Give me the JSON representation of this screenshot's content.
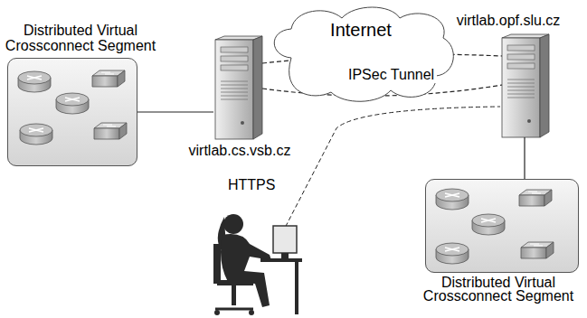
{
  "diagram": {
    "nodes": [
      {
        "text": [
          "Distributed Virtual Crossconnect Segment"
        ]
      },
      {
        "text": [
          "virtlab.cs.vsb.cz"
        ]
      },
      {
        "text": [
          "Internet"
        ]
      },
      {
        "text": [
          "virtlab.opf.slu.cz"
        ]
      },
      {
        "text": [
          "Distributed Virtual Crossconnect Segment"
        ]
      }
    ],
    "edges": [
      {
        "from": 0,
        "to": 1,
        "arrow": "none"
      },
      {
        "from": 1,
        "to": 3,
        "label": "IPSec Tunnel",
        "arrow": "none"
      },
      {
        "from": 3,
        "to": 4,
        "arrow": "none"
      }
    ],
    "labels": [
      "HTTPS"
    ]
  }
}
